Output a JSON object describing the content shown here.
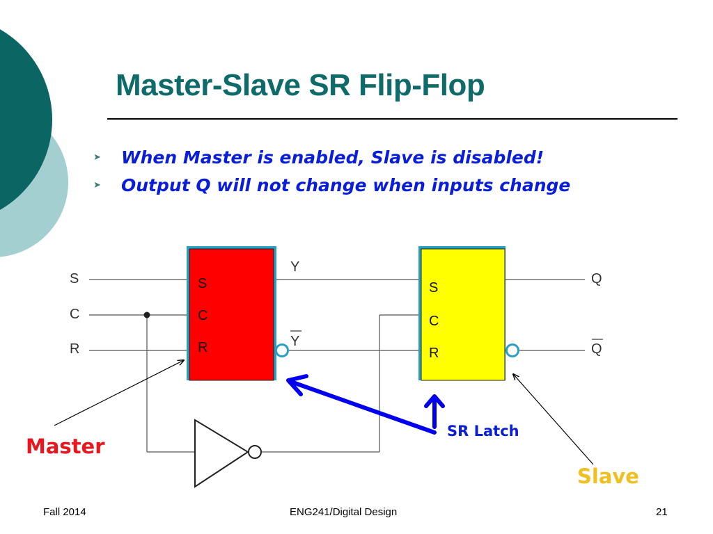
{
  "title": "Master-Slave SR Flip-Flop",
  "bullets": [
    {
      "text": "When Master is enabled, Slave is disabled!"
    },
    {
      "text": "Output Q will not change when inputs change"
    }
  ],
  "diagram": {
    "inputs": {
      "s": "S",
      "c": "C",
      "r": "R"
    },
    "master_pins": {
      "s": "S",
      "c": "C",
      "r": "R"
    },
    "slave_pins": {
      "s": "S",
      "c": "C",
      "r": "R"
    },
    "intermediate": {
      "y": "Y",
      "y_bar": "Y"
    },
    "outputs": {
      "q": "Q",
      "q_bar": "Q"
    },
    "callouts": {
      "master": "Master",
      "slave": "Slave",
      "sr_latch": "SR Latch"
    }
  },
  "footer": {
    "left": "Fall 2014",
    "center": "ENG241/Digital Design",
    "right": "21"
  },
  "colors": {
    "title": "#0f6a6a",
    "bullet_text": "#0a1ed8",
    "master_fill": "#ff0000",
    "slave_fill": "#ffff00",
    "master_label": "#e8161d",
    "slave_label": "#f0c020",
    "sr_latch_label": "#0a1ed8",
    "pointer_arrow": "#0000ee",
    "bubble": "#2a9fc4",
    "deco_dark": "#0b6563",
    "deco_light": "#a3cfd1"
  }
}
